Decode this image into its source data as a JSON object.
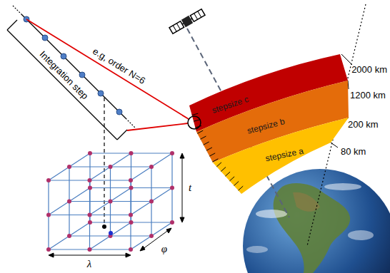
{
  "diagram": {
    "nodes": [
      {
        "text": [
          "stepsize c"
        ]
      },
      {
        "text": [
          "stepsize b"
        ]
      },
      {
        "text": [
          "stepsize a"
        ]
      }
    ],
    "labels": [
      "e.g, order N=6",
      "Integration step",
      "2000 km",
      "1200 km",
      "200 km",
      "80 km",
      "t",
      "φ",
      "λ"
    ]
  }
}
